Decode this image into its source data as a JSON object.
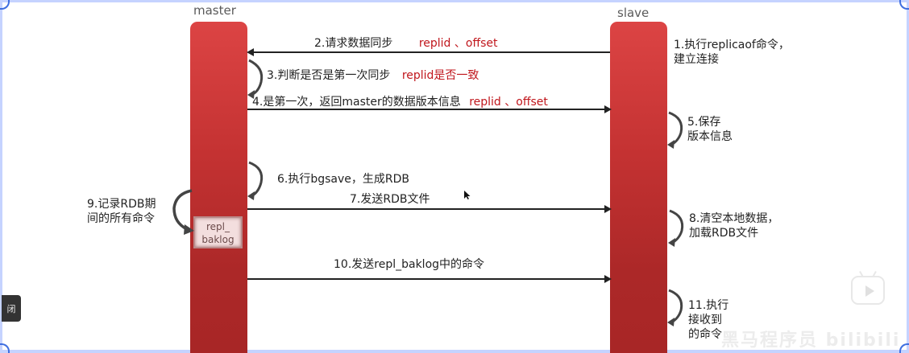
{
  "diagram": {
    "lanes": {
      "master": {
        "title": "master",
        "color": "#c43232"
      },
      "slave": {
        "title": "slave",
        "color": "#c43232"
      }
    },
    "messages": [
      {
        "id": 2,
        "text": "2.请求数据同步",
        "highlight": "replid 、offset",
        "direction": "slave-to-master"
      },
      {
        "id": 4,
        "text": "4.是第一次，返回master的数据版本信息",
        "highlight": "replid 、offset",
        "direction": "master-to-slave"
      },
      {
        "id": 7,
        "text": "7.发送RDB文件",
        "direction": "master-to-slave"
      },
      {
        "id": 10,
        "text": "10.发送repl_baklog中的命令",
        "direction": "master-to-slave"
      }
    ],
    "self_steps": {
      "step1": {
        "line1": "1.执行replicaof命令，",
        "line2": "建立连接"
      },
      "step3": {
        "text": "3.判断是否是第一次同步",
        "highlight": "replid是否一致"
      },
      "step5": {
        "line1": "5.保存",
        "line2": "版本信息"
      },
      "step6": {
        "text": "6.执行bgsave，生成RDB"
      },
      "step8": {
        "line1": "8.清空本地数据，",
        "line2": "加载RDB文件"
      },
      "step9": {
        "line1": "9.记录RDB期",
        "line2": "间的所有命令"
      },
      "step11": {
        "line1": "11.执行",
        "line2": "接收到",
        "line3": "的命令"
      }
    },
    "repl_baklog": {
      "line1": "repl_",
      "line2": "baklog"
    },
    "highlight_color": "#c0161c"
  },
  "overlay": {
    "close_tab_label": "闭",
    "play_button_icon": "bilibili-play-icon",
    "watermark": "黑马程序员 bilibili"
  }
}
